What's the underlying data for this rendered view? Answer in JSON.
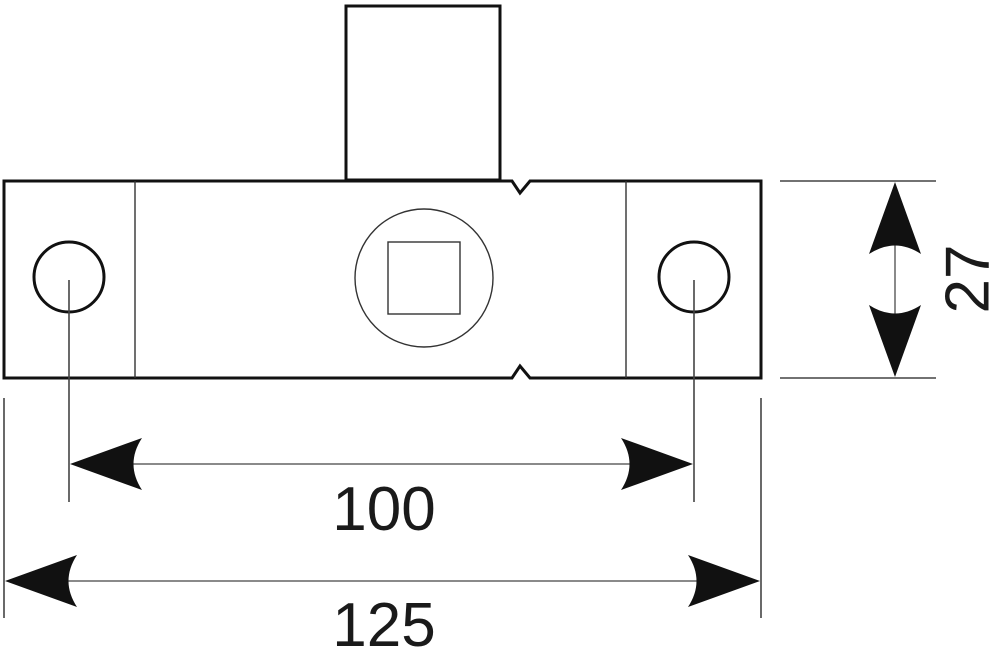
{
  "dimensions": {
    "overall_width": "125",
    "hole_spacing": "100",
    "height": "27"
  },
  "colors": {
    "line": "#111111",
    "dimension_line": "#8a8a8a",
    "background": "#ffffff"
  }
}
